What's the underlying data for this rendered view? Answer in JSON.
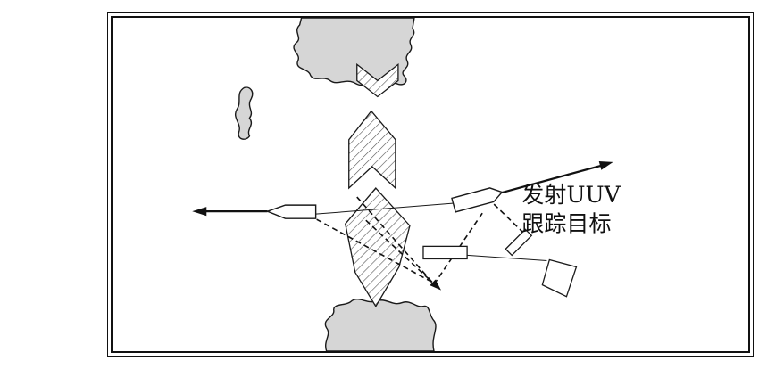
{
  "figure": {
    "type": "tactical-diagram",
    "annotation": {
      "line1": "发射UUV",
      "line2": "跟踪目标"
    },
    "colors": {
      "landmass_fill": "#d6d6d6",
      "outline": "#1a1a1a",
      "hatch": "#555555",
      "arrow": "#111111",
      "background": "#ffffff"
    }
  }
}
